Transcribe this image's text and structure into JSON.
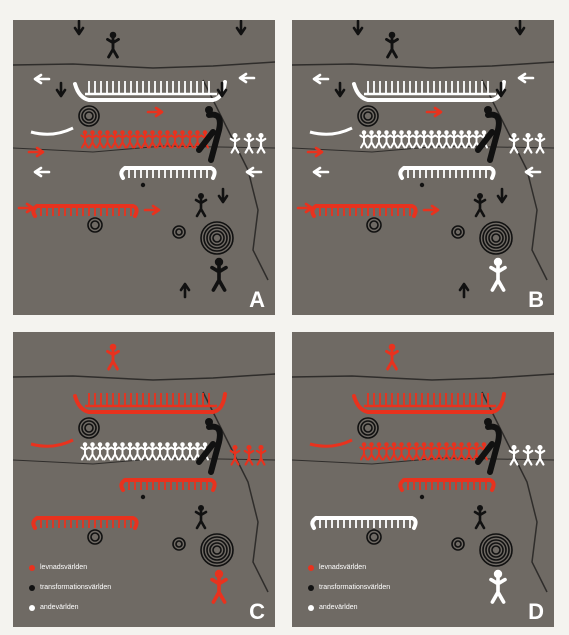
{
  "panels": [
    {
      "label": "A",
      "figure_color": "#ffffff",
      "boat_color": "#ffffff",
      "lower_boat_color": "#e8321e",
      "row_color": "#e8321e",
      "right_people_color": "#ffffff",
      "top_figure_color": "#111111",
      "bottom_figure_color": "#111111",
      "arrows": true,
      "legend": false
    },
    {
      "label": "B",
      "figure_color": "#ffffff",
      "boat_color": "#ffffff",
      "lower_boat_color": "#e8321e",
      "row_color": "#ffffff",
      "right_people_color": "#ffffff",
      "top_figure_color": "#111111",
      "bottom_figure_color": "#ffffff",
      "arrows": true,
      "legend": false
    },
    {
      "label": "C",
      "figure_color": "#e8321e",
      "boat_color": "#e8321e",
      "lower_boat_color": "#e8321e",
      "row_color": "#ffffff",
      "right_people_color": "#e8321e",
      "top_figure_color": "#e8321e",
      "bottom_figure_color": "#e8321e",
      "arrows": false,
      "legend": true
    },
    {
      "label": "D",
      "figure_color": "#e8321e",
      "boat_color": "#e8321e",
      "lower_boat_color": "#ffffff",
      "row_color": "#e8321e",
      "right_people_color": "#ffffff",
      "top_figure_color": "#e8321e",
      "bottom_figure_color": "#ffffff",
      "arrows": false,
      "legend": true
    }
  ],
  "legend": {
    "items": [
      {
        "label": "levnadsvärlden",
        "color": "#e8321e"
      },
      {
        "label": "transformationsvärlden",
        "color": "#111111"
      },
      {
        "label": "andevärlden",
        "color": "#ffffff"
      }
    ]
  },
  "colors": {
    "rock": "#6f6a64",
    "line": "#2f2d2b",
    "red": "#e8321e",
    "black": "#111111",
    "white": "#ffffff"
  }
}
